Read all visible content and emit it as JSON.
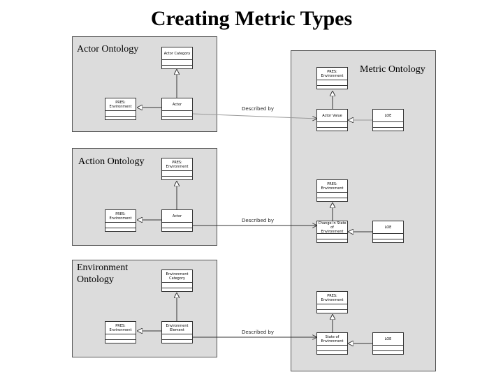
{
  "title": "Creating Metric Types",
  "panels": {
    "actor": {
      "label": "Actor Ontology"
    },
    "action": {
      "label": "Action Ontology"
    },
    "environment": {
      "label": "Environment\nOntology"
    },
    "metric": {
      "label": "Metric Ontology"
    }
  },
  "classes": {
    "actor_category": "Actor Category",
    "actor_pres": "PRES:\nEnvironment",
    "actor_actor": "Actor",
    "action_pres_top": "PRES:\nEnvironment",
    "action_pres": "PRES:\nEnvironment",
    "action_actor": "Actor",
    "env_category": "Environment\nCategory",
    "env_pres": "PRES:\nEnvironment",
    "env_element": "Environment\nElement",
    "metric_pres_1": "PRES:\nEnvironment",
    "metric_actor_value": "Actor Value",
    "metric_loe_1": "LOE",
    "metric_pres_2": "PRES:\nEnvironment",
    "metric_change_state": "Change in State of\nEnvironment",
    "metric_loe_2": "LOE",
    "metric_pres_3": "PRES:\nEnvironment",
    "metric_state": "State of\nEnvironment",
    "metric_loe_3": "LOE"
  },
  "edges": {
    "described_by_1": "Described by",
    "described_by_2": "Described by",
    "described_by_3": "Described by"
  }
}
